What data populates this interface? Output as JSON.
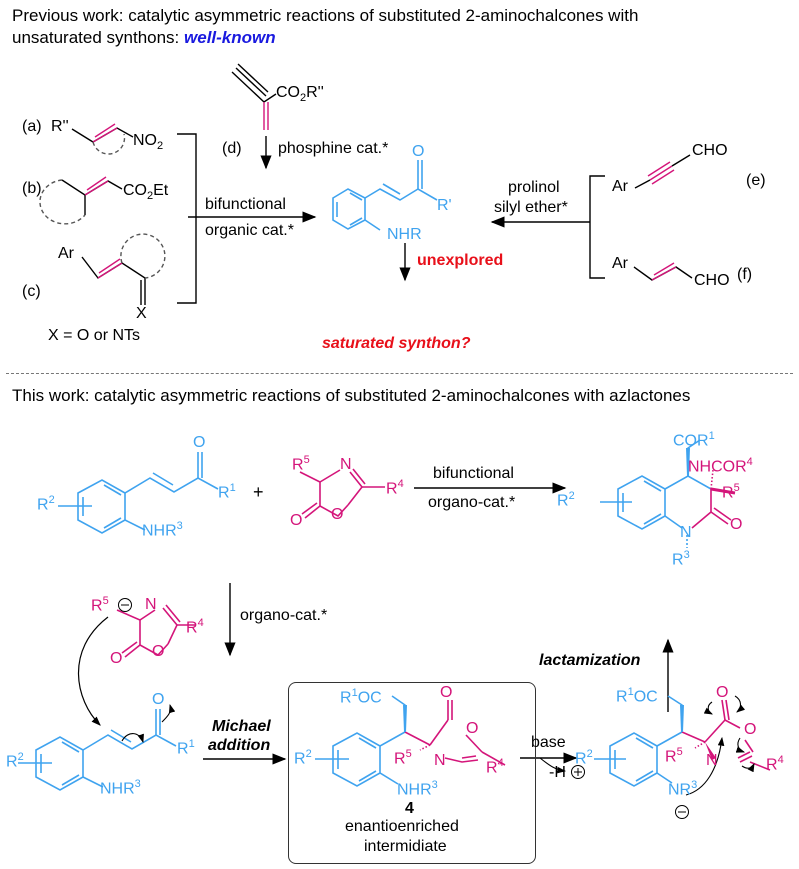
{
  "previous_work": {
    "heading_line1": "Previous work: catalytic asymmetric reactions of substituted 2-aminochalcones with",
    "heading_line2_prefix": "unsaturated synthons: ",
    "heading_highlight": "well-known",
    "substrates": {
      "a_label": "(a)",
      "a_r": "R''",
      "a_group": "NO2",
      "b_label": "(b)",
      "b_group": "CO2Et",
      "c_label": "(c)",
      "c_ar": "Ar",
      "c_x": "X",
      "c_note": "X = O or NTs",
      "d_label": "(d)",
      "d_group": "CO2R''",
      "e_label": "(e)",
      "e_ar": "Ar",
      "e_group": "CHO",
      "f_label": "(f)",
      "f_ar": "Ar",
      "f_group": "CHO"
    },
    "arrows": {
      "left_top": "bifunctional",
      "left_bottom": "organic cat.*",
      "top": "phosphine cat.*",
      "right_top": "prolinol",
      "right_bottom": "silyl ether*",
      "down": "unexplored"
    },
    "chalcone": {
      "o": "O",
      "r": "R'",
      "nhr": "NHR"
    },
    "question": "saturated synthon?"
  },
  "this_work": {
    "heading": "This work: catalytic asymmetric reactions of substituted 2-aminochalcones with azlactones",
    "reactant1": {
      "o": "O",
      "r1": "R1",
      "r2": "R2",
      "nhr3": "NHR3"
    },
    "plus": "+",
    "azlactone": {
      "r5": "R5",
      "n": "N",
      "r4": "R4",
      "o_ring": "O",
      "o_carbonyl": "O"
    },
    "main_arrow_top": "bifunctional",
    "main_arrow_bottom": "organo-cat.*",
    "product": {
      "cor1": "COR1",
      "nhcor4": "NHCOR4",
      "r5": "R5",
      "r2": "R2",
      "n": "N",
      "r3": "R3",
      "o": "O"
    },
    "down_arrow_label": "organo-cat.*",
    "michael_label_1": "Michael",
    "michael_label_2": "addition",
    "intermediate": {
      "r1oc": "R1OC",
      "r2": "R2",
      "r5": "R5",
      "n": "N",
      "r4": "R4",
      "nhr3": "NHR3",
      "o1": "O",
      "o2": "O",
      "number": "4",
      "caption_1": "enantioenriched",
      "caption_2": "intermidiate"
    },
    "base_label": "base",
    "minus_h": "-H",
    "lactamization": "lactamization",
    "anion_int": {
      "r1oc": "R1OC",
      "r2": "R2",
      "r5": "R5",
      "n": "N",
      "r4": "R4",
      "nr3": "NR3",
      "o1": "O",
      "o2": "O"
    }
  },
  "colors": {
    "blue": "#3fa3ef",
    "magenta": "#d4157a",
    "red": "#e8101a",
    "highlight_blue": "#1a1adf"
  }
}
